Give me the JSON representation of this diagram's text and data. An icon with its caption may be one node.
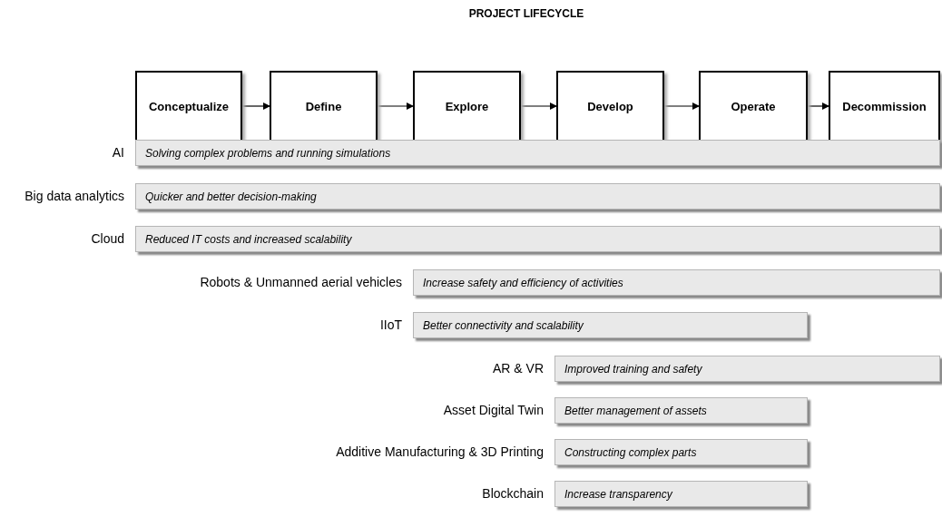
{
  "diagram": {
    "title": "PROJECT LIFECYCLE",
    "nodes": [
      {
        "text": [
          "Conceptualize"
        ]
      },
      {
        "text": [
          "Define"
        ]
      },
      {
        "text": [
          "Explore"
        ]
      },
      {
        "text": [
          "Develop"
        ]
      },
      {
        "text": [
          "Operate"
        ]
      },
      {
        "text": [
          "Decommission"
        ]
      },
      {
        "text": [
          "Solving complex problems and running simulations"
        ],
        "beside": [
          "AI"
        ]
      },
      {
        "text": [
          "Quicker and better decision-making"
        ],
        "beside": [
          "Big data analytics"
        ]
      },
      {
        "text": [
          "Reduced IT costs and increased scalability"
        ],
        "beside": [
          "Cloud"
        ]
      },
      {
        "text": [
          "Increase safety and efficiency of activities"
        ],
        "beside": [
          "Robots & Unmanned aerial vehicles"
        ]
      },
      {
        "text": [
          "Better connectivity and scalability"
        ],
        "beside": [
          "IIoT"
        ]
      },
      {
        "text": [
          "Improved training and safety"
        ],
        "beside": [
          "AR & VR"
        ]
      },
      {
        "text": [
          "Better management of assets"
        ],
        "beside": [
          "Asset Digital Twin"
        ]
      },
      {
        "text": [
          "Constructing complex parts"
        ],
        "beside": [
          "Additive Manufacturing & 3D Printing"
        ]
      },
      {
        "text": [
          "Increase transparency"
        ],
        "beside": [
          "Blockchain"
        ]
      }
    ],
    "edges": [
      {
        "from": 0,
        "to": 1,
        "arrow": "to"
      },
      {
        "from": 1,
        "to": 2,
        "arrow": "to"
      },
      {
        "from": 2,
        "to": 3,
        "arrow": "to"
      },
      {
        "from": 3,
        "to": 4,
        "arrow": "to"
      },
      {
        "from": 4,
        "to": 5,
        "arrow": "to"
      }
    ]
  }
}
